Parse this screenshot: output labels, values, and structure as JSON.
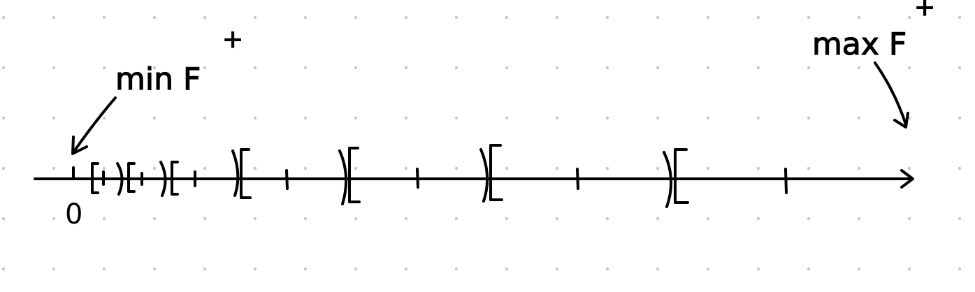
{
  "labels": {
    "left": "min F",
    "left_sup": "+",
    "right": "max F",
    "right_sup": "+",
    "origin": "0"
  },
  "colors": {
    "ink": "#000000",
    "dots": "#c8c8c8",
    "background": "#ffffff"
  }
}
